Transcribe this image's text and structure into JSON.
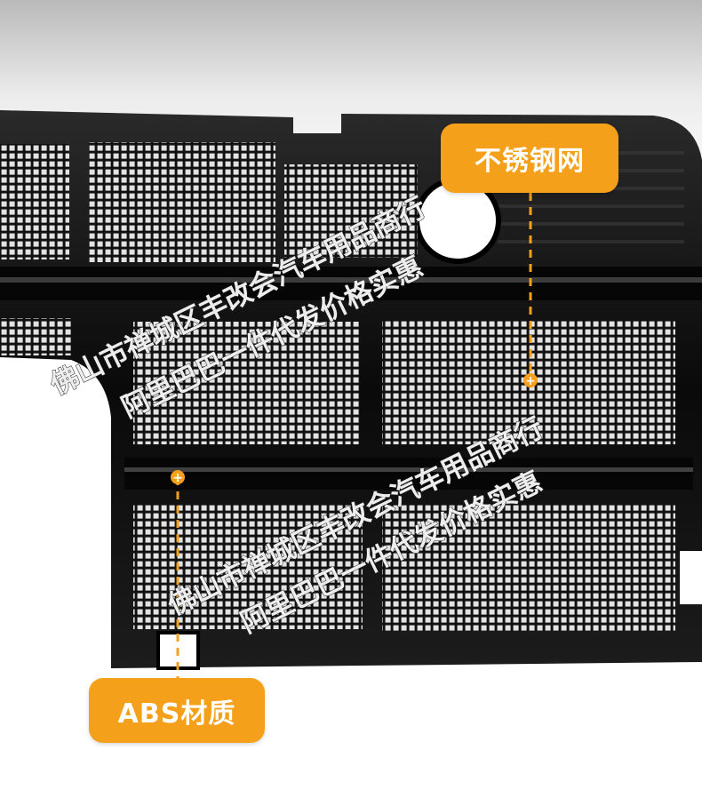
{
  "callouts": {
    "steel_mesh": "不锈钢网",
    "abs_material": "ABS材质"
  },
  "watermark": {
    "line1": "佛山市禅城区丰改会汽车用品商行",
    "line2": "阿里巴巴一件代发价格实惠"
  },
  "colors": {
    "accent": "#f5a01a",
    "frame": "#0b0b0b",
    "mesh": "#d8d8d8"
  }
}
